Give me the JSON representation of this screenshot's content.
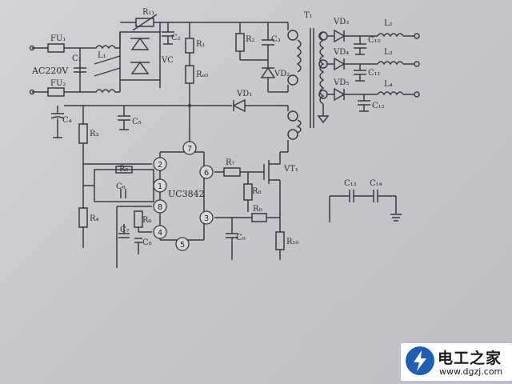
{
  "labels": {
    "fu1": "FU₁",
    "fu2": "FU₂",
    "ac": "AC220V",
    "c1": "C₁",
    "l1": "L₁",
    "rt1": "R₁₁",
    "c2": "C₂",
    "vc": "VC",
    "r1": "R₁",
    "r2": "R₂",
    "c3": "C₃",
    "r3": "R₃",
    "c4": "C₄",
    "c5": "C₅",
    "rd": "Rₐ₀",
    "vd1": "VD₁",
    "vd2": "VD₂",
    "vd3": "VD₃",
    "vd4": "VD₄",
    "vd5": "VD₅",
    "t1": "T₁",
    "l2": "L₂",
    "l3": "L₃",
    "l4": "L₄",
    "c10": "C₁₀",
    "c11": "C₁₁",
    "c12": "C₁₂",
    "r4": "R₄",
    "r5": "R₅",
    "c6": "C₆",
    "r6": "R₆",
    "c7": "C₇",
    "c8": "C₈",
    "ic": "UC3842",
    "r7": "R₇",
    "r8": "R₈",
    "r9": "R₉",
    "c9": "C₉",
    "r10": "R₁₀",
    "vt1": "VT₁",
    "c13": "C₁₃",
    "c14": "C₁₄"
  },
  "pins": [
    "7",
    "2",
    "1",
    "8",
    "4",
    "5",
    "6",
    "3"
  ],
  "logo": {
    "name": "电工之家",
    "url": "www.dgzj.com"
  }
}
